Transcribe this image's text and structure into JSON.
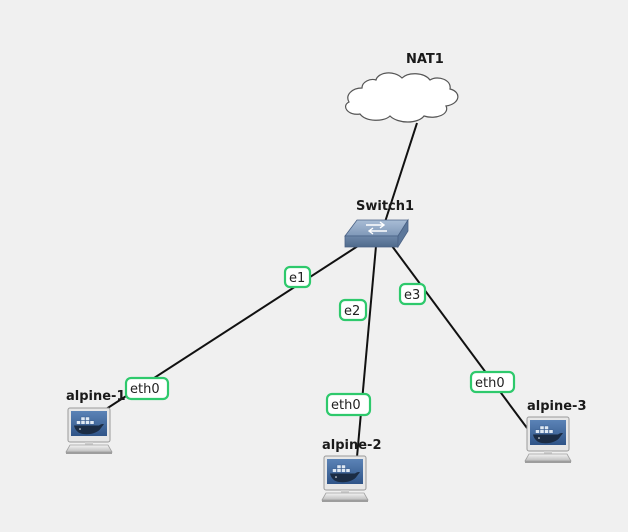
{
  "nodes": {
    "nat1": {
      "label": "NAT1",
      "icon": "cloud-icon"
    },
    "switch1": {
      "label": "Switch1",
      "icon": "switch-icon"
    },
    "alpine1": {
      "label": "alpine-1",
      "icon": "docker-computer-icon"
    },
    "alpine2": {
      "label": "alpine-2",
      "icon": "docker-computer-icon"
    },
    "alpine3": {
      "label": "alpine-3",
      "icon": "docker-computer-icon"
    }
  },
  "ports": {
    "switch_e1": "e1",
    "switch_e2": "e2",
    "switch_e3": "e3",
    "alpine1_eth0": "eth0",
    "alpine2_eth0": "eth0",
    "alpine3_eth0": "eth0"
  },
  "colors": {
    "background": "#f0f0f0",
    "port_outline": "#2ec96c",
    "link": "#111111"
  }
}
